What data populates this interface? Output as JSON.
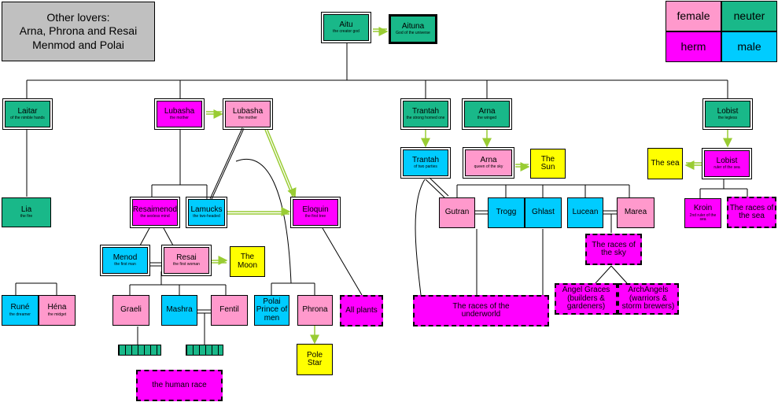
{
  "lovers_note": {
    "title": "Other lovers:",
    "line1": "Arna, Phrona and Resai",
    "line2": "Menmod and Polai"
  },
  "legend": {
    "female": "female",
    "neuter": "neuter",
    "herm": "herm",
    "male": "male"
  },
  "nodes": {
    "aitu": {
      "name": "Aitu",
      "sub": "the creator god"
    },
    "aituna": {
      "name": "Aituna",
      "sub": "God of the universe"
    },
    "laitar": {
      "name": "Laitar",
      "sub": "of the nimble hands"
    },
    "lubasha1": {
      "name": "Lubasha",
      "sub": "the mother"
    },
    "lubasha2": {
      "name": "Lubasha",
      "sub": "the mother"
    },
    "trantah1": {
      "name": "Trantah",
      "sub": "the strong horned one"
    },
    "arna1": {
      "name": "Arna",
      "sub": "the winged"
    },
    "lobist1": {
      "name": "Lobist",
      "sub": "the legless"
    },
    "lia": {
      "name": "Lia",
      "sub": "the fire"
    },
    "resaimenod": {
      "name": "Resaimenod",
      "sub": "the sexless mind"
    },
    "lamucks": {
      "name": "Lamucks",
      "sub": "the two-headed"
    },
    "eloquin": {
      "name": "Eloquin",
      "sub": "the first tree"
    },
    "trantah2": {
      "name": "Trantah",
      "sub": "of two parties"
    },
    "arna2": {
      "name": "Arna",
      "sub": "queen of the sky"
    },
    "sun": {
      "name": "The Sun"
    },
    "sea": {
      "name": "The sea"
    },
    "lobist2": {
      "name": "Lobist",
      "sub": "ruler of the sea"
    },
    "gutran": {
      "name": "Gutran"
    },
    "trogg": {
      "name": "Trogg"
    },
    "ghlast": {
      "name": "Ghlast"
    },
    "lucean": {
      "name": "Lucean"
    },
    "marea": {
      "name": "Marea"
    },
    "kroin": {
      "name": "Kroin",
      "sub": "2nd ruler of the sea"
    },
    "races_sea": {
      "name": "The races of the sea"
    },
    "menod": {
      "name": "Menod",
      "sub": "the first man"
    },
    "resai": {
      "name": "Resai",
      "sub": "the first woman"
    },
    "moon": {
      "name": "The Moon"
    },
    "races_sky": {
      "name": "The races of the sky"
    },
    "rune": {
      "name": "Runé",
      "sub": "the dreamer"
    },
    "hena": {
      "name": "Héna",
      "sub": "the midget"
    },
    "graeli": {
      "name": "Graeli"
    },
    "mashra": {
      "name": "Mashra"
    },
    "fentil": {
      "name": "Fentil"
    },
    "polai": {
      "name": "Polai Prince of men"
    },
    "phrona": {
      "name": "Phrona"
    },
    "all_plants": {
      "name": "All plants"
    },
    "races_under": {
      "name": "The races of the underworld"
    },
    "angel": {
      "name": "Angel Graces (builders & gardeners)"
    },
    "archangels": {
      "name": "ArchAngels (warriors & storm brewers)"
    },
    "pole_star": {
      "name": "Pole Star"
    },
    "human_race": {
      "name": "the human race"
    }
  },
  "colors": {
    "female": "#ff99cc",
    "neuter": "#19b889",
    "herm": "#ff00ff",
    "male": "#00ccff",
    "celestial": "#ffff00",
    "arrow": "#99cc33"
  }
}
